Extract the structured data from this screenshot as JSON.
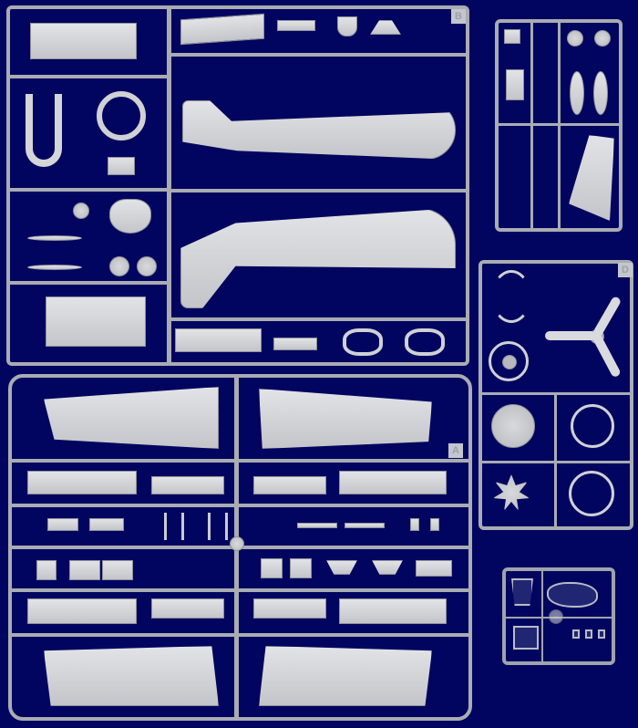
{
  "image": {
    "description": "Plastic model aircraft kit sprues photographed on a dark blue background",
    "background_color": "#02055f",
    "plastic_color": "#c9cbcf",
    "clear_plastic_color": "#b9bcc4"
  },
  "sprues": [
    {
      "id": "B",
      "label": "B",
      "contents": "fuselage halves, cockpit tub, engine cowling ring, control surfaces, wheels, engine mount"
    },
    {
      "id": "A",
      "label": "A",
      "contents": "wing upper/lower halves, flaps, ailerons, landing gear struts, gear doors"
    },
    {
      "id": "C",
      "label": "",
      "contents": "drop tanks, wheels, vertical stabilizer, small detail parts"
    },
    {
      "id": "D",
      "label": "D",
      "contents": "propeller, radial engine cylinders, engine rings, cowling supports"
    },
    {
      "id": "E",
      "label": "",
      "contents": "clear canopy and windscreen parts"
    }
  ]
}
